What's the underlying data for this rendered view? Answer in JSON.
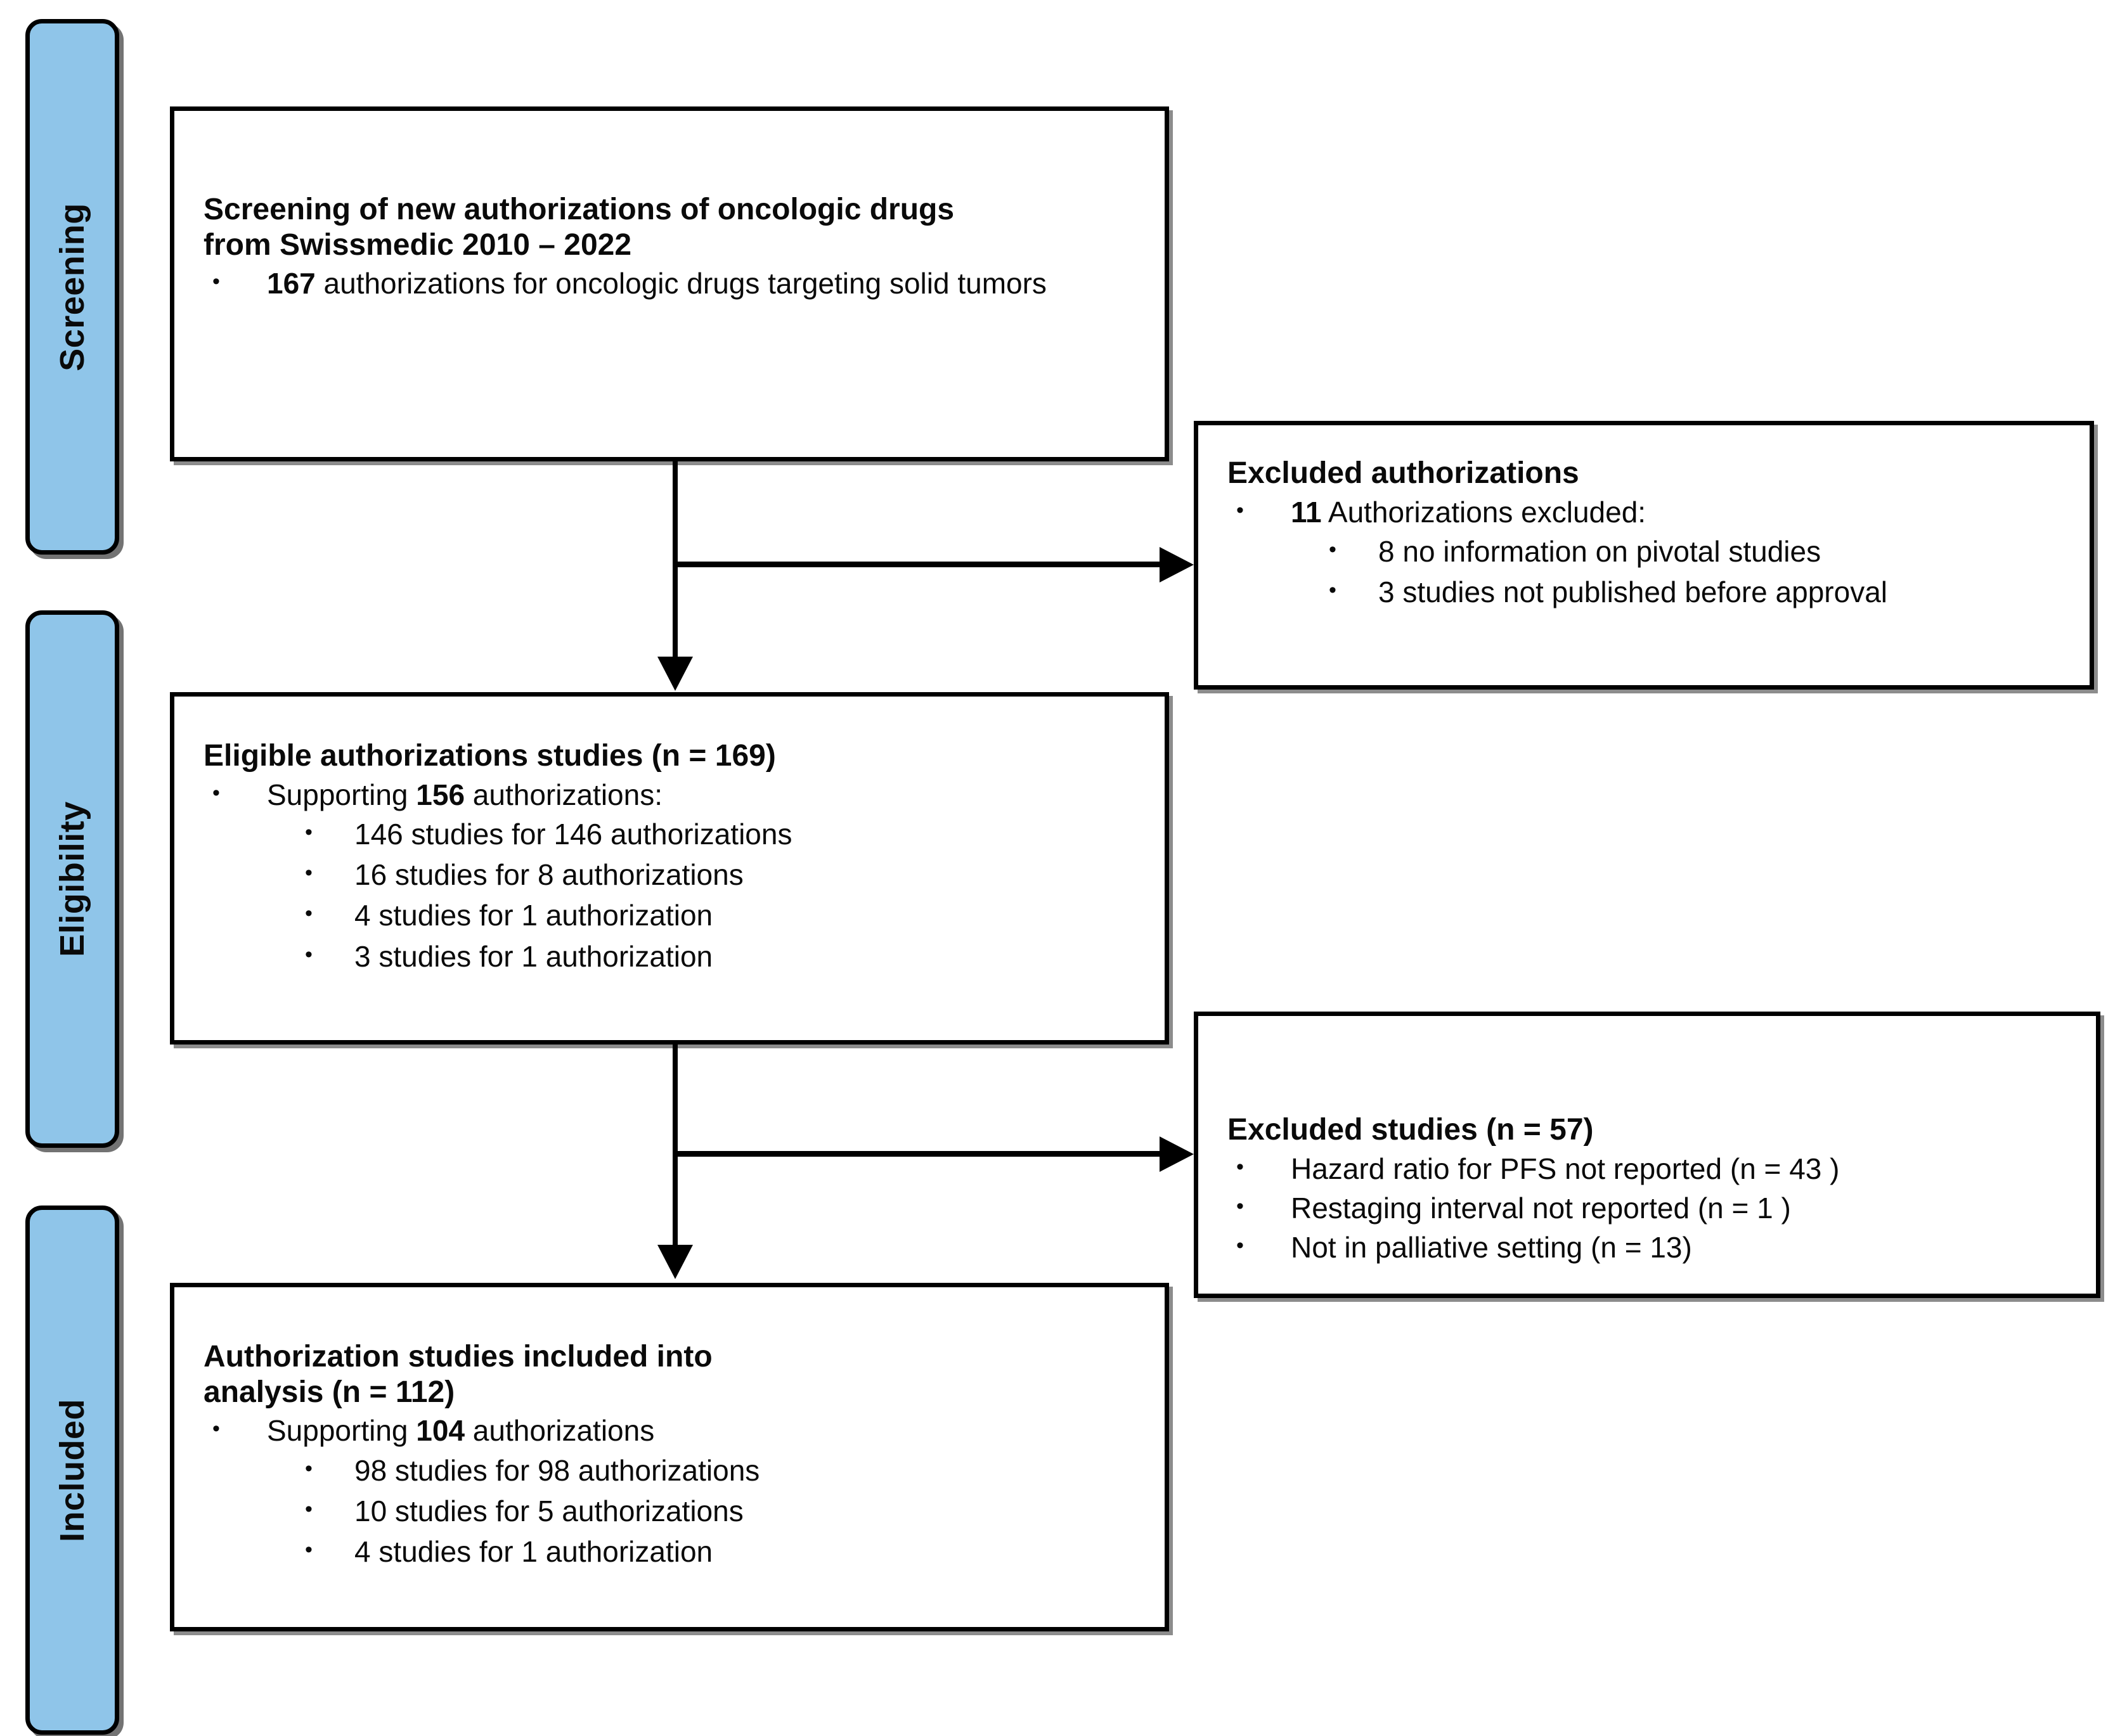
{
  "diagram": {
    "type": "prisma-flow-diagram",
    "accent_color": "#8FC5E9",
    "line_color": "#000000",
    "background": "#FFFFFF"
  },
  "stages": [
    {
      "id": "screening",
      "label": "Screening"
    },
    {
      "id": "eligibility",
      "label": "Eligibility"
    },
    {
      "id": "included",
      "label": "Included"
    }
  ],
  "boxes": {
    "screening": {
      "title": "Screening of new authorizations of oncologic drugs\nfrom Swissmedic 2010 – 2022",
      "bullets": [
        {
          "strong": "167",
          "rest": " authorizations for oncologic drugs targeting solid tumors"
        }
      ]
    },
    "excluded_authorizations": {
      "title": "Excluded authorizations",
      "bullets": [
        {
          "strong": "11",
          "rest": " Authorizations excluded:"
        }
      ],
      "subbullets": [
        "8 no information on pivotal studies",
        "3 studies not published before approval"
      ]
    },
    "eligibility": {
      "title": "Eligible authorizations studies (n = 169)",
      "bullets": [
        {
          "pre": "Supporting ",
          "strong": "156",
          "rest": " authorizations:"
        }
      ],
      "subbullets": [
        "146 studies for 146 authorizations",
        "16 studies for 8 authorizations",
        "4 studies for 1 authorization",
        "3 studies for 1 authorization"
      ]
    },
    "excluded_studies": {
      "title": "Excluded studies (n = 57)",
      "bullets": [
        "Hazard ratio for PFS not reported (n = 43 )",
        "Restaging interval not reported (n = 1 )",
        "Not in palliative setting (n = 13)"
      ]
    },
    "included": {
      "title": "Authorization studies included into\nanalysis (n = 112)",
      "bullets": [
        {
          "pre": "Supporting ",
          "strong": "104",
          "rest": " authorizations"
        }
      ],
      "subbullets": [
        "98 studies for 98 authorizations",
        "10 studies for 5 authorizations",
        " 4 studies for 1 authorization"
      ]
    }
  }
}
